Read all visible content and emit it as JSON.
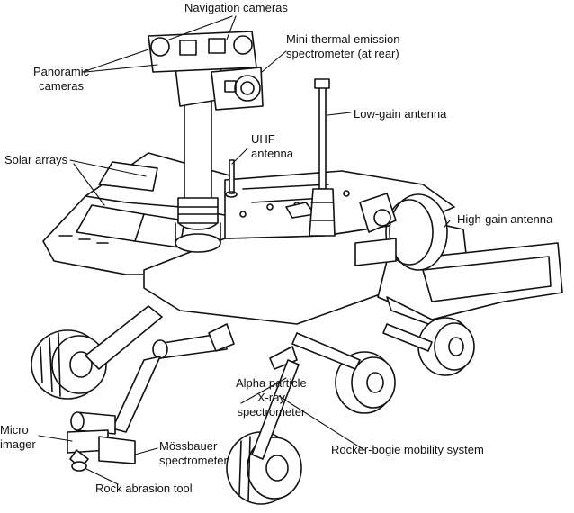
{
  "diagram": {
    "labels": {
      "navigation_cameras": "Navigation cameras",
      "mini_tes_line1": "Mini-thermal emission",
      "mini_tes_line2": "spectrometer (at rear)",
      "panoramic_line1": "Panoramic",
      "panoramic_line2": "cameras",
      "low_gain": "Low-gain antenna",
      "uhf_line1": "UHF",
      "uhf_line2": "antenna",
      "solar_arrays": "Solar arrays",
      "high_gain": "High-gain antenna",
      "apxs_line1": "Alpha particle",
      "apxs_line2": "X-ray",
      "apxs_line3": "spectrometer",
      "micro_line1": "Micro",
      "micro_line2": "imager",
      "mossbauer_line1": "Mössbauer",
      "mossbauer_line2": "spectrometer",
      "rocker_bogie": "Rocker-bogie mobility system",
      "rat": "Rock abrasion tool"
    }
  }
}
